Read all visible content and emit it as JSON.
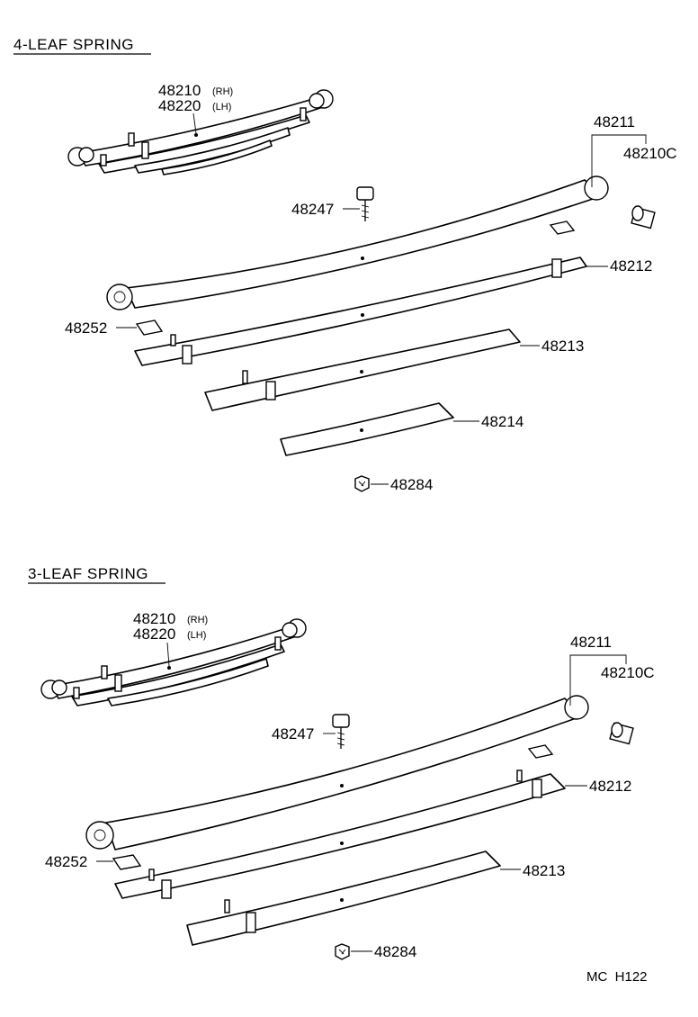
{
  "top": {
    "title": "4-LEAF SPRING",
    "assembly": {
      "rh_part": "48210",
      "rh_suffix": "(RH)",
      "lh_part": "48220",
      "lh_suffix": "(LH)"
    },
    "labels": {
      "main_leaf": "48211",
      "bushing": "48210C",
      "center_bolt": "48247",
      "leaf2": "48212",
      "leaf3": "48213",
      "leaf4": "48214",
      "insert": "48252",
      "nut": "48284"
    }
  },
  "bottom": {
    "title": "3-LEAF SPRING",
    "assembly": {
      "rh_part": "48210",
      "rh_suffix": "(RH)",
      "lh_part": "48220",
      "lh_suffix": "(LH)"
    },
    "labels": {
      "main_leaf": "48211",
      "bushing": "48210C",
      "center_bolt": "48247",
      "leaf2": "48212",
      "leaf3": "48213",
      "insert": "48252",
      "nut": "48284"
    }
  },
  "figure_code": "MC  H122"
}
